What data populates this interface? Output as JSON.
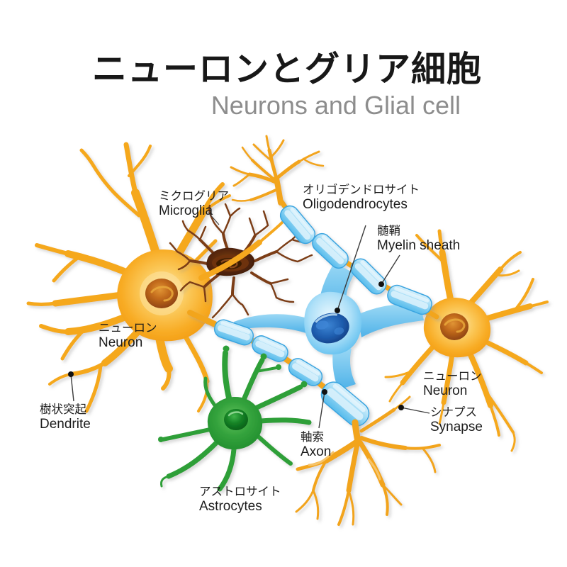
{
  "header": {
    "title_ja": "ニューロンとグリア細胞",
    "subtitle_en": "Neurons and Glial cell"
  },
  "labels": {
    "microglia": {
      "ja": "ミクログリア",
      "en": "Microglia"
    },
    "oligodendrocytes": {
      "ja": "オリゴデンドロサイト",
      "en": "Oligodendrocytes"
    },
    "myelin_sheath": {
      "ja": "髄鞘",
      "en": "Myelin sheath"
    },
    "neuron_left": {
      "ja": "ニューロン",
      "en": "Neuron"
    },
    "dendrite": {
      "ja": "樹状突起",
      "en": "Dendrite"
    },
    "neuron_right": {
      "ja": "ニューロン",
      "en": "Neuron"
    },
    "synapse": {
      "ja": "シナプス",
      "en": "Synapse"
    },
    "axon": {
      "ja": "軸索",
      "en": "Axon"
    },
    "astrocytes": {
      "ja": "アストロサイト",
      "en": "Astrocytes"
    }
  },
  "colors": {
    "neuron_orange": "#F5A81E",
    "myelin_blue": "#58BCEC",
    "oligodendrocyte_nucleus_blue": "#1E5CAD",
    "astrocyte_green": "#2E9F38",
    "microglia_brown": "#5C2A0A",
    "title_black": "#181818",
    "subtitle_gray": "#8D8D8D",
    "leader_line": "#3C3C3C"
  }
}
